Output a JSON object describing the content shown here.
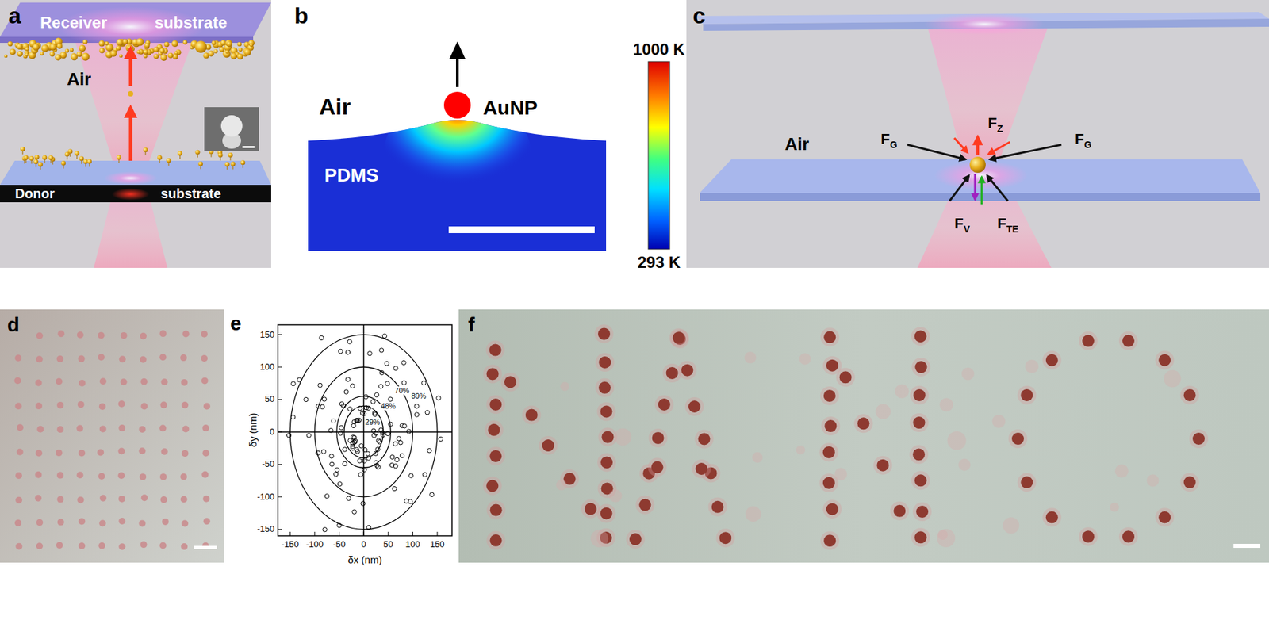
{
  "diagram": {
    "labels": [
      "a",
      "Receiver",
      "substrate",
      "Air",
      "Donor",
      "substrate",
      "b",
      "Air",
      "AuNP",
      "PDMS",
      "1000 K",
      "293 K",
      "c",
      "Air",
      "F",
      "Z",
      "F",
      "G",
      "F",
      "G",
      "F",
      "V",
      "F",
      "TE",
      "d",
      "e",
      "f",
      "δy (nm)",
      "δx (nm)",
      "150",
      "100",
      "50",
      "0",
      "-50",
      "-100",
      "-150",
      "-150",
      "-100",
      "-50",
      "0",
      "50",
      "100",
      "150",
      "29%",
      "48%",
      "70%",
      "89%"
    ]
  }
}
